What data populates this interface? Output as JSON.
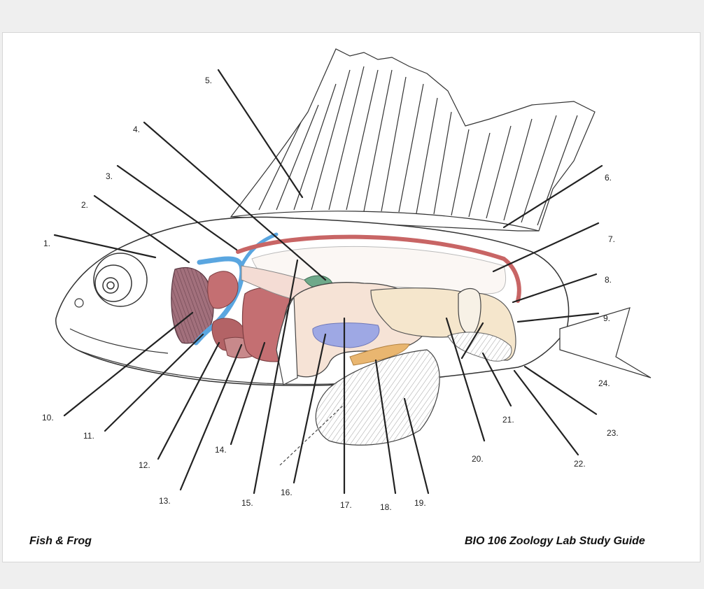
{
  "diagram": {
    "labels": [
      "1.",
      "2.",
      "3.",
      "4.",
      "5.",
      "6.",
      "7.",
      "8.",
      "9.",
      "10.",
      "11.",
      "12.",
      "13.",
      "14.",
      "15.",
      "16.",
      "17.",
      "18.",
      "19.",
      "20.",
      "21.",
      "22.",
      "23.",
      "24."
    ]
  },
  "footer": {
    "left": "Fish & Frog",
    "right": "BIO 106 Zoology Lab Study Guide"
  },
  "colors": {
    "gill": "#a2707c",
    "blood_vessel": "#5aa6e0",
    "heart": "#c46f72",
    "dorsal_aorta": "#c86565",
    "kidney": "#f2ecf4",
    "stomach": "#f6e3d6",
    "gonad": "#f5e6cc",
    "swim_bladder_area": "#fbf7f4",
    "gall_bladder": "#9ea8e4",
    "spleen": "#6fa98a",
    "ovary_strip": "#e9b670"
  }
}
